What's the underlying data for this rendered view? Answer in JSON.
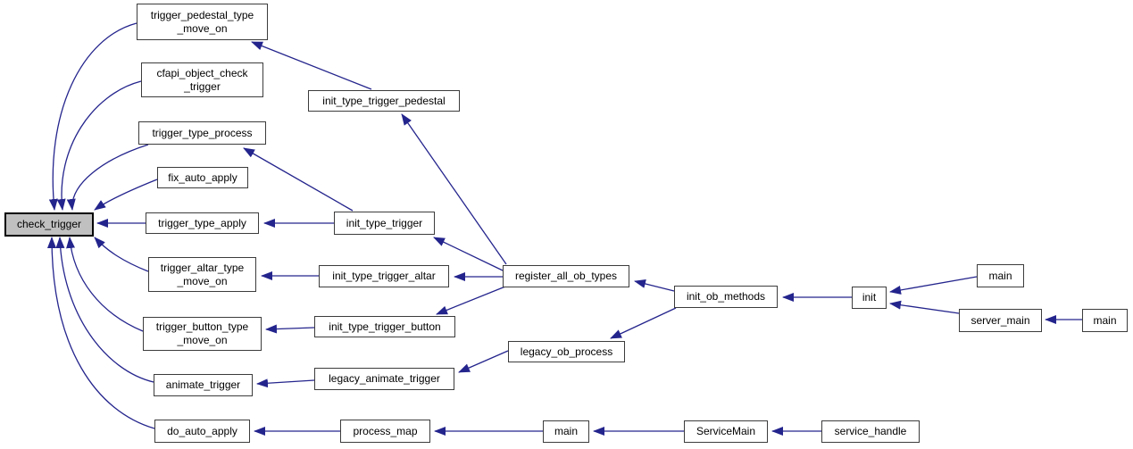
{
  "diagram": {
    "type": "call-graph",
    "focus_function": "check_trigger",
    "colors": {
      "edge": "#24248d",
      "node_fill": "#ffffff",
      "node_border": "#3c3c3c",
      "focus_fill": "#c0c0c0",
      "background": "#ffffff"
    },
    "nodes": [
      {
        "id": "check_trigger",
        "label": "check_trigger",
        "focus": true
      },
      {
        "id": "trigger_pedestal_type_move_on",
        "label": "trigger_pedestal_type\n_move_on",
        "focus": false
      },
      {
        "id": "cfapi_object_check_trigger",
        "label": "cfapi_object_check\n_trigger",
        "focus": false
      },
      {
        "id": "trigger_type_process",
        "label": "trigger_type_process",
        "focus": false
      },
      {
        "id": "fix_auto_apply",
        "label": "fix_auto_apply",
        "focus": false
      },
      {
        "id": "trigger_type_apply",
        "label": "trigger_type_apply",
        "focus": false
      },
      {
        "id": "trigger_altar_type_move_on",
        "label": "trigger_altar_type\n_move_on",
        "focus": false
      },
      {
        "id": "trigger_button_type_move_on",
        "label": "trigger_button_type\n_move_on",
        "focus": false
      },
      {
        "id": "animate_trigger",
        "label": "animate_trigger",
        "focus": false
      },
      {
        "id": "do_auto_apply",
        "label": "do_auto_apply",
        "focus": false
      },
      {
        "id": "init_type_trigger_pedestal",
        "label": "init_type_trigger_pedestal",
        "focus": false
      },
      {
        "id": "init_type_trigger",
        "label": "init_type_trigger",
        "focus": false
      },
      {
        "id": "init_type_trigger_altar",
        "label": "init_type_trigger_altar",
        "focus": false
      },
      {
        "id": "init_type_trigger_button",
        "label": "init_type_trigger_button",
        "focus": false
      },
      {
        "id": "register_all_ob_types",
        "label": "register_all_ob_types",
        "focus": false
      },
      {
        "id": "legacy_ob_process",
        "label": "legacy_ob_process",
        "focus": false
      },
      {
        "id": "legacy_animate_trigger",
        "label": "legacy_animate_trigger",
        "focus": false
      },
      {
        "id": "init_ob_methods",
        "label": "init_ob_methods",
        "focus": false
      },
      {
        "id": "init",
        "label": "init",
        "focus": false
      },
      {
        "id": "main_top",
        "label": "main",
        "focus": false
      },
      {
        "id": "server_main",
        "label": "server_main",
        "focus": false
      },
      {
        "id": "main_right",
        "label": "main",
        "focus": false
      },
      {
        "id": "process_map",
        "label": "process_map",
        "focus": false
      },
      {
        "id": "main_bottom",
        "label": "main",
        "focus": false
      },
      {
        "id": "ServiceMain",
        "label": "ServiceMain",
        "focus": false
      },
      {
        "id": "service_handle",
        "label": "service_handle",
        "focus": false
      }
    ],
    "edges": [
      {
        "from": "trigger_pedestal_type_move_on",
        "to": "check_trigger"
      },
      {
        "from": "cfapi_object_check_trigger",
        "to": "check_trigger"
      },
      {
        "from": "trigger_type_process",
        "to": "check_trigger"
      },
      {
        "from": "fix_auto_apply",
        "to": "check_trigger"
      },
      {
        "from": "trigger_type_apply",
        "to": "check_trigger"
      },
      {
        "from": "trigger_altar_type_move_on",
        "to": "check_trigger"
      },
      {
        "from": "trigger_button_type_move_on",
        "to": "check_trigger"
      },
      {
        "from": "animate_trigger",
        "to": "check_trigger"
      },
      {
        "from": "do_auto_apply",
        "to": "check_trigger"
      },
      {
        "from": "init_type_trigger_pedestal",
        "to": "trigger_pedestal_type_move_on"
      },
      {
        "from": "init_type_trigger",
        "to": "trigger_type_process"
      },
      {
        "from": "init_type_trigger",
        "to": "trigger_type_apply"
      },
      {
        "from": "init_type_trigger_altar",
        "to": "trigger_altar_type_move_on"
      },
      {
        "from": "init_type_trigger_button",
        "to": "trigger_button_type_move_on"
      },
      {
        "from": "register_all_ob_types",
        "to": "init_type_trigger_pedestal"
      },
      {
        "from": "register_all_ob_types",
        "to": "init_type_trigger"
      },
      {
        "from": "register_all_ob_types",
        "to": "init_type_trigger_altar"
      },
      {
        "from": "register_all_ob_types",
        "to": "init_type_trigger_button"
      },
      {
        "from": "init_ob_methods",
        "to": "register_all_ob_types"
      },
      {
        "from": "init_ob_methods",
        "to": "legacy_ob_process"
      },
      {
        "from": "legacy_ob_process",
        "to": "legacy_animate_trigger"
      },
      {
        "from": "legacy_animate_trigger",
        "to": "animate_trigger"
      },
      {
        "from": "init",
        "to": "init_ob_methods"
      },
      {
        "from": "main_top",
        "to": "init"
      },
      {
        "from": "server_main",
        "to": "init"
      },
      {
        "from": "main_right",
        "to": "server_main"
      },
      {
        "from": "process_map",
        "to": "do_auto_apply"
      },
      {
        "from": "main_bottom",
        "to": "process_map"
      },
      {
        "from": "ServiceMain",
        "to": "main_bottom"
      },
      {
        "from": "service_handle",
        "to": "ServiceMain"
      }
    ]
  }
}
